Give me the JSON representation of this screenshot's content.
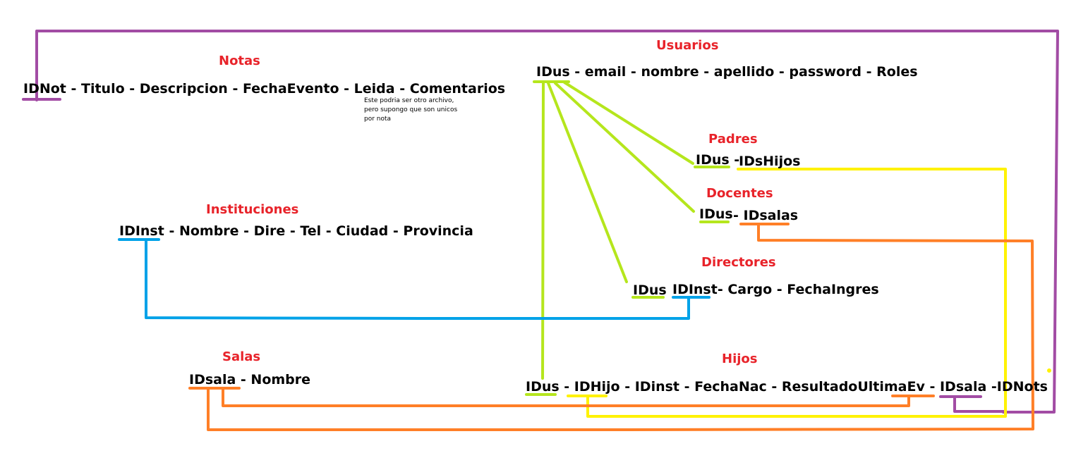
{
  "colors": {
    "title": "#e8232a",
    "text": "#000000",
    "purple": "#a24ca4",
    "lime": "#b5e61d",
    "yellow": "#fff200",
    "orange": "#ff7f27",
    "blue": "#00a2e8"
  },
  "tables": {
    "notas": {
      "title": "Notas",
      "fields": "IDNot - Titulo - Descripcion - FechaEvento - Leida - Comentarios",
      "note_lines": [
        "Este podria ser otro archivo,",
        "pero supongo que son unicos",
        " por nota"
      ]
    },
    "usuarios": {
      "title": "Usuarios",
      "fields": "IDus - email - nombre - apellido - password - Roles"
    },
    "padres": {
      "title": "Padres",
      "fields_a": "IDus -",
      "fields_b": "IDsHijos"
    },
    "docentes": {
      "title": "Docentes",
      "fields_a": "IDus",
      "fields_b": "- IDsalas"
    },
    "instituciones": {
      "title": "Instituciones",
      "fields": "IDInst - Nombre - Dire - Tel - Ciudad - Provincia"
    },
    "directores": {
      "title": "Directores",
      "fields_a": "IDus",
      "fields_b": "IDInst- Cargo - FechaIngres"
    },
    "salas": {
      "title": "Salas",
      "fields": "IDsala - Nombre"
    },
    "hijos": {
      "title": "Hijos",
      "fields": "IDus - IDHijo - IDinst - FechaNac - ResultadoUltimaEv - IDsala -IDNots"
    }
  }
}
